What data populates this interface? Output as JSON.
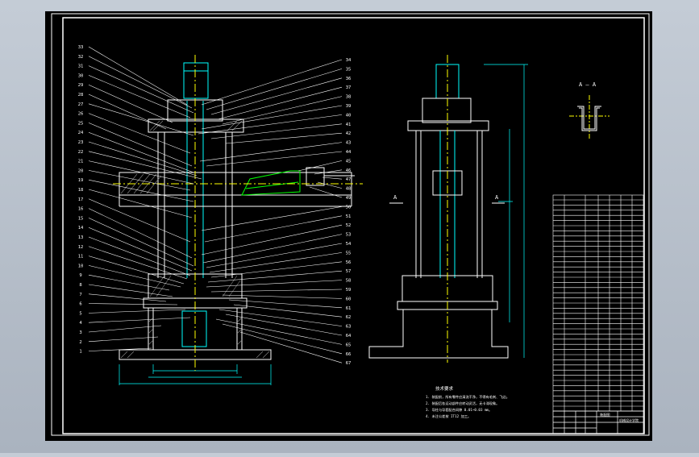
{
  "drawing": {
    "background_color": "#000000",
    "frame_color": "#ffffff",
    "part_line_color": "#ffffff",
    "axis_line_color": "#ffff00",
    "hatch_color": "#7f7f7f",
    "dimension_color": "#00ffff",
    "fixture_color": "#00ff00",
    "leader_color": "#ffffff"
  },
  "front_view": {
    "balloons_left": [
      "33",
      "32",
      "31",
      "30",
      "29",
      "28",
      "27",
      "26",
      "25",
      "24",
      "23",
      "22",
      "21",
      "20",
      "19",
      "18",
      "17",
      "16",
      "15",
      "14",
      "13",
      "12",
      "11",
      "10",
      "9",
      "8",
      "7",
      "6",
      "5",
      "4",
      "3",
      "2",
      "1"
    ],
    "balloons_right": [
      "34",
      "35",
      "36",
      "37",
      "38",
      "39",
      "40",
      "41",
      "42",
      "43",
      "44",
      "45",
      "46",
      "47",
      "48",
      "49",
      "50",
      "51",
      "52",
      "53",
      "54",
      "55",
      "56",
      "57",
      "58",
      "59",
      "60",
      "61",
      "62",
      "63",
      "64",
      "65",
      "66",
      "67"
    ]
  },
  "side_view": {
    "section_mark_left": "A",
    "section_mark_right": "A"
  },
  "detail_view": {
    "title": "A — A"
  },
  "technical_requirements": {
    "title": "技术要求",
    "lines": [
      "1. 装配前，所有零件应清洗干净，不得有毛刺、飞边。",
      "2. 装配后各运动部件应转动灵活，无卡滞现象。",
      "3. 导柱与导套配合间隙 0.01~0.03 mm。",
      "4. 未注公差按 IT12 加工。"
    ]
  },
  "title_block": {
    "drawing_name": "装配图",
    "company": "机械设计学院"
  }
}
